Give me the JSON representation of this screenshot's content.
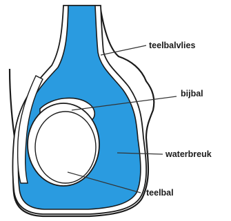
{
  "labels": {
    "teelbalvlies": "teelbalvlies",
    "bijbal": "bijbal",
    "waterbreuk": "waterbreuk",
    "teelbal": "teelbal"
  },
  "colors": {
    "fluid": "#2a9be0",
    "outline": "#1a1a1a",
    "sheath": "#ffffff",
    "testis": "#ffffff",
    "leader": "#333333"
  }
}
